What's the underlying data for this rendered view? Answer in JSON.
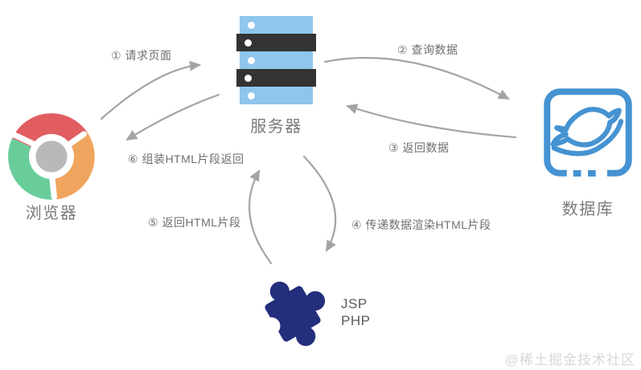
{
  "nodes": {
    "browser": {
      "label": "浏览器",
      "icon": "chrome-logo"
    },
    "server": {
      "label": "服务器",
      "icon": "server-stack"
    },
    "database": {
      "label": "数据库",
      "icon": "mysql-dolphin"
    },
    "renderer": {
      "lines": [
        "JSP",
        "PHP"
      ],
      "icon": "puzzle-piece"
    }
  },
  "steps": [
    {
      "number": "①",
      "text": "请求页面",
      "label": "① 请求页面"
    },
    {
      "number": "②",
      "text": "查询数据",
      "label": "② 查询数据"
    },
    {
      "number": "③",
      "text": "返回数据",
      "label": "③ 返回数据"
    },
    {
      "number": "④",
      "text": "传递数据渲染HTML片段",
      "label": "④ 传递数据渲染HTML片段"
    },
    {
      "number": "⑤",
      "text": "返回HTML片段",
      "label": "⑤ 返回HTML片段"
    },
    {
      "number": "⑥",
      "text": "组装HTML片段返回",
      "label": "⑥ 组装HTML片段返回"
    }
  ],
  "watermark": "@稀土掘金技术社区",
  "colors": {
    "chrome_red": "#e15d60",
    "chrome_green": "#69cd9a",
    "chrome_orange": "#f0a55e",
    "chrome_hub": "#b9b9b9",
    "server_blue": "#8ec6ec",
    "server_dark": "#333333",
    "database_blue": "#4593d2",
    "plugin_navy": "#232e7d",
    "arrow_gray": "#a4a4a4",
    "step_text": "#6e6e6e",
    "node_text": "#7b7b7b",
    "watermark_gray": "#d8d8d8"
  }
}
